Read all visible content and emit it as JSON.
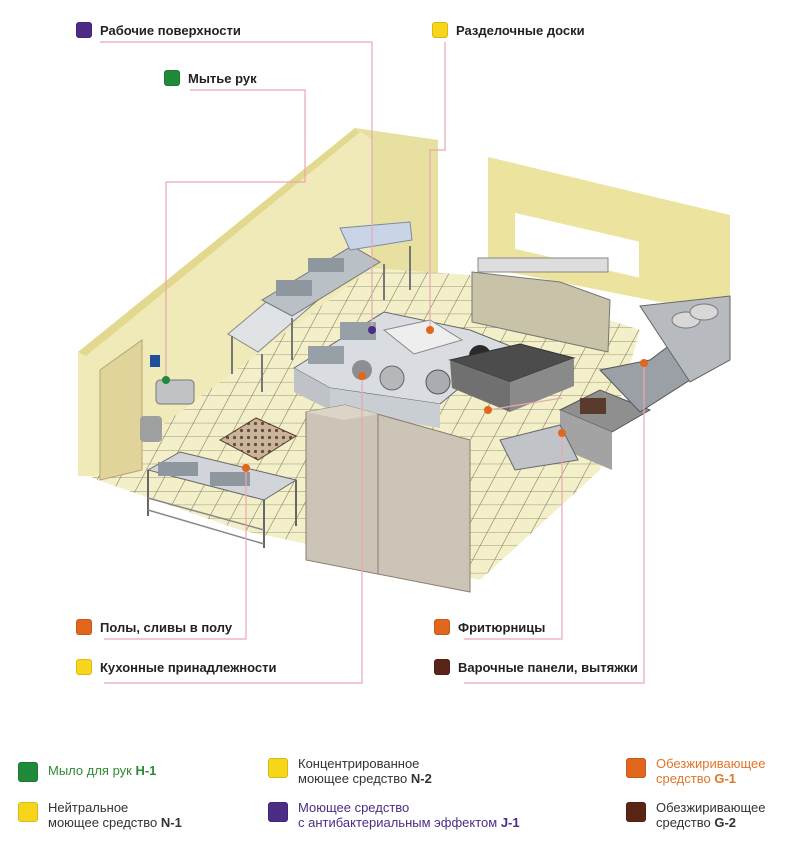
{
  "colors": {
    "green": "#1f8a3a",
    "yellow": "#f6d51b",
    "purple": "#4b2d86",
    "orange": "#e0671d",
    "brown": "#5a2416",
    "leader": "#e7a9b0",
    "legend_green": "#2f8a37",
    "legend_orange": "#e0762a",
    "legend_purple": "#4b2d86",
    "legend_gray": "#333333"
  },
  "callouts": {
    "work_surfaces": "Рабочие поверхности",
    "hand_wash": "Мытье рук",
    "cutting_boards": "Разделочные доски",
    "floors_drains": "Полы, сливы в полу",
    "kitchen_utensils": "Кухонные принадлежности",
    "fryers": "Фритюрницы",
    "cooktops_hoods": "Варочные панели, вытяжки"
  },
  "legend": {
    "h1": {
      "line1": "Мыло для рук ",
      "code": "H-1"
    },
    "n1": {
      "line1": "Нейтральное",
      "line2": "моющее средство ",
      "code": "N-1"
    },
    "n2": {
      "line1": "Концентрированное",
      "line2": "моющее средство ",
      "code": "N-2"
    },
    "j1": {
      "line1": "Моющее средство",
      "line2": "с антибактериальным эффектом ",
      "code": "J-1"
    },
    "g1": {
      "line1": "Обезжиривающее",
      "line2": "средство ",
      "code": "G-1"
    },
    "g2": {
      "line1": "Обезжиривающее",
      "line2": "средство ",
      "code": "G-2"
    }
  }
}
